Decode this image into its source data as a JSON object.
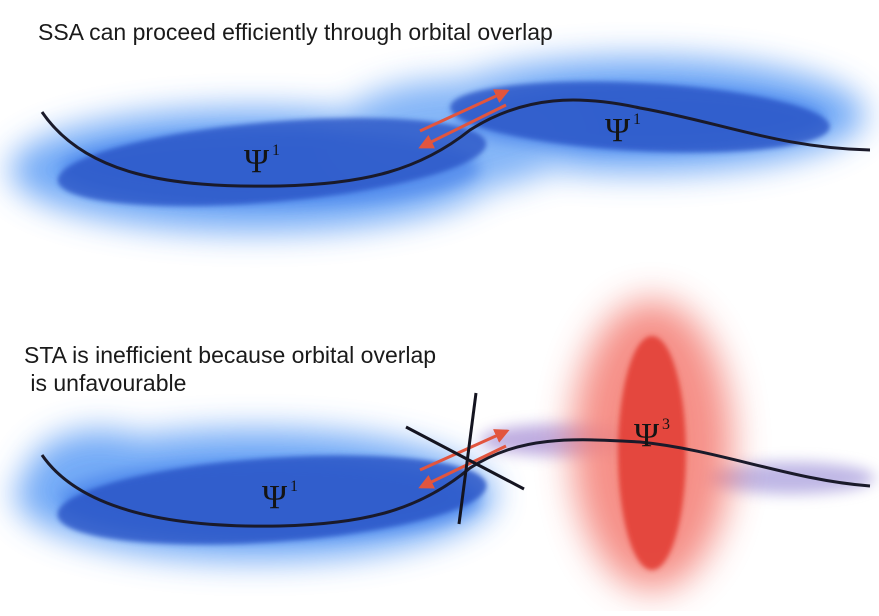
{
  "panels": {
    "top": {
      "caption": "SSA can proceed efficiently through orbital overlap",
      "orbitals": [
        {
          "symbol": "Ψ",
          "superscript": "1"
        },
        {
          "symbol": "Ψ",
          "superscript": "1"
        }
      ]
    },
    "bottom": {
      "caption_line_1": "STA is inefficient because orbital overlap",
      "caption_line_2": " is unfavourable",
      "orbitals": [
        {
          "symbol": "Ψ",
          "superscript": "1"
        },
        {
          "symbol": "Ψ",
          "superscript": "3"
        }
      ]
    }
  },
  "colors": {
    "singlet_glow": "#4f8ff0",
    "singlet_core": "#2550c0",
    "triplet_glow": "#f27a70",
    "triplet_core": "#e23b30",
    "arrow": "#e2553e",
    "curve": "#1a1a2a"
  }
}
